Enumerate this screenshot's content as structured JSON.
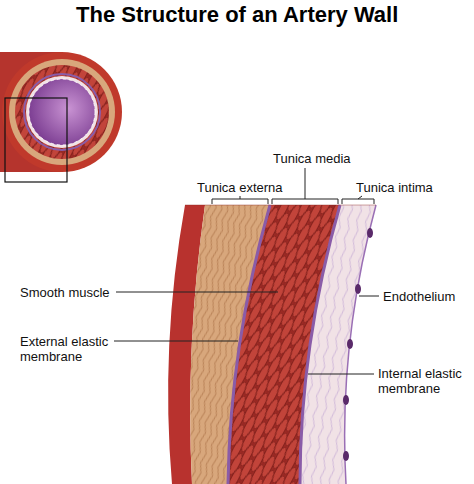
{
  "diagram": {
    "title": "The Structure of an Artery Wall",
    "labels": [
      "Tunica media",
      "Tunica externa",
      "Tunica intima",
      "Smooth muscle",
      "Endothelium",
      "External elastic membrane",
      "Internal elastic membrane"
    ]
  }
}
